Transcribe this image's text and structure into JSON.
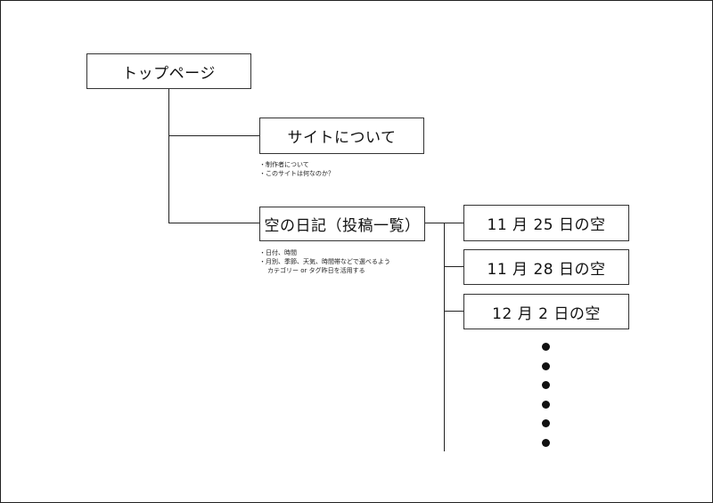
{
  "nodes": {
    "top": "トップページ",
    "about": "サイトについて",
    "diary": "空の日記（投稿一覧）",
    "posts": [
      "11 月 25 日の空",
      "11 月 28 日の空",
      "12 月 2 日の空"
    ]
  },
  "notes": {
    "about": [
      "・制作者について",
      "・このサイトは何なのか？"
    ],
    "diary": [
      "・日付、時間",
      "・月別、季節、天気、時間帯などで選べるよう",
      "カテゴリー or タグ昨日を活用する"
    ]
  },
  "continuation_dots": 6
}
